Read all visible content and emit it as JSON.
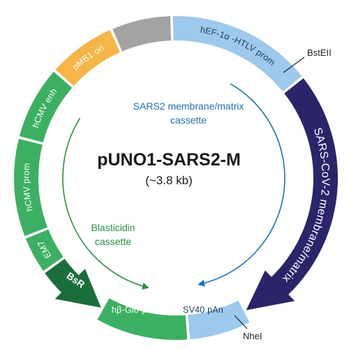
{
  "plasmid": {
    "name": "pUNO1-SARS2-M",
    "size": "(~3.8 kb)"
  },
  "features": {
    "hef_htlv_prom": "hEF-1α -HTLV prom",
    "sars_cov2_m": "SARS-CoV-2 membrane/matrix",
    "sv40_pan": "SV40 pAn",
    "hbeta_glo_pan": "hβ-Glo-pAn",
    "bsr": "BsR",
    "em7": "EM7",
    "hcmv_prom": "hCMV prom",
    "hcmv_enh": "hCMV enh",
    "pmb1_ori": "pMB1 ori"
  },
  "sites": {
    "bsteii": "BstEII",
    "nhei": "NheI"
  },
  "cassettes": {
    "sars2_line1": "SARS2 membrane/matrix",
    "sars2_line2": "cassette",
    "blasticidin_line1": "Blasticidin",
    "blasticidin_line2": "cassette"
  },
  "colors": {
    "promoter_light_blue": "#9cc9ec",
    "cds_navy": "#2a2569",
    "green": "#3cb062",
    "dark_green": "#1a6e3a",
    "ori_orange": "#f6b545",
    "spacer_gray": "#a3a3a3",
    "sars2_arrow_blue": "#1b6fb8",
    "blasticidin_arrow_green": "#2a8f3e"
  },
  "icons": {
    "sars2_cassette_arrow": "curved-arrow-icon",
    "blasticidin_cassette_arrow": "curved-arrow-icon"
  }
}
